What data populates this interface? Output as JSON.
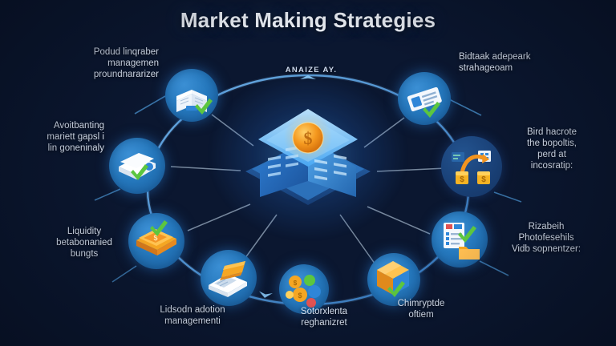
{
  "page": {
    "title": "Market Making Strategies",
    "background_color": "#0b1730",
    "accent_color": "#2578bd",
    "check_color": "#5cc63f",
    "coin_color": "#f2941f"
  },
  "hub": {
    "label": "ANAIZE AY.",
    "icon": "isometric-bank-building-with-coin",
    "coin_symbol": "$"
  },
  "nodes": [
    {
      "id": "top-left",
      "icon": "open-book-icon",
      "has_check": true,
      "label": "Poduc linqraber managemen proundnararizer",
      "label_lines": [
        "Podud linqraber",
        "managemen",
        "proundnararizer"
      ]
    },
    {
      "id": "top-right",
      "icon": "id-card-icon",
      "has_check": true,
      "label": "Bidtaak adepeark strahageoam",
      "label_lines": [
        "Bidtaak adepeark",
        "strahageoam"
      ]
    },
    {
      "id": "left-upper",
      "icon": "cash-bundle-icon",
      "has_check": true,
      "label": "Avoitbanting mariett gapsl in goneninaly",
      "label_lines": [
        "Avoitbanting",
        "mariett gapsl i",
        "lin goneninaly"
      ]
    },
    {
      "id": "right-upper",
      "icon": "money-transfer-icon",
      "has_check": false,
      "label": "Bird hacrote the bopoltis, perd at incosratip:",
      "label_lines": [
        "Bird hacrote",
        "the bopoltis,",
        "perd at",
        "incosratip:"
      ]
    },
    {
      "id": "left-lower",
      "icon": "money-stack-icon",
      "has_check": true,
      "label": "Liquidity betabonanied bungts",
      "label_lines": [
        "Liquidity",
        "betabonanied",
        "bungts"
      ]
    },
    {
      "id": "right-lower",
      "icon": "checklist-folder-icon",
      "has_check": true,
      "label": "Rizabeih Photofesehils Vidb sopnentzer:",
      "label_lines": [
        "Rizabeih",
        "Photofesehils",
        "Vidb sopnentzer:"
      ]
    },
    {
      "id": "bottom-left",
      "icon": "book-with-card-icon",
      "has_check": false,
      "label": "Lidsodn adotion managementi",
      "label_lines": [
        "Lidsodn adotion",
        "managementi"
      ]
    },
    {
      "id": "bottom-center",
      "icon": "coins-cluster-icon",
      "has_check": false,
      "label": "Sotorxlenta reghanizret",
      "label_lines": [
        "Sotorxlenta",
        "reghanizret"
      ]
    },
    {
      "id": "bottom-right",
      "icon": "cube-box-icon",
      "has_check": true,
      "label": "Chimryptde oftiem",
      "label_lines": [
        "Chimryptde",
        "oftiem"
      ]
    }
  ]
}
